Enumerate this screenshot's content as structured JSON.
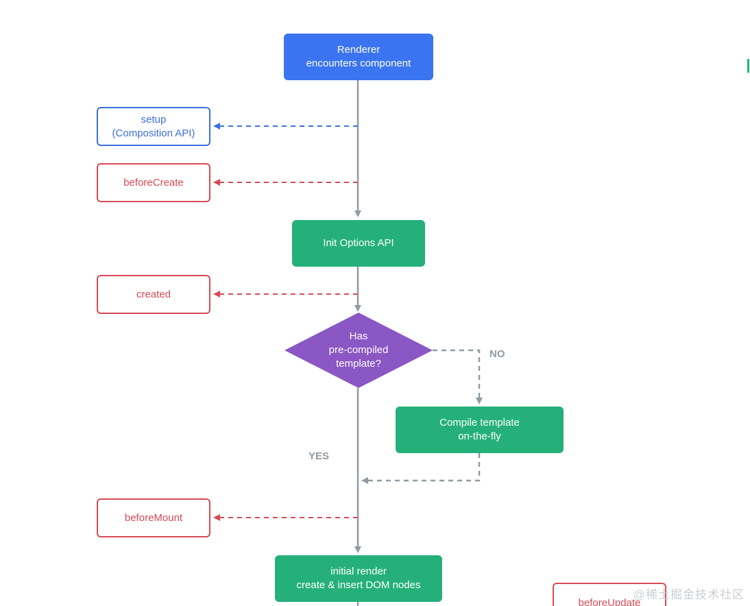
{
  "nodes": {
    "renderer": "Renderer\nencounters component",
    "setup": "setup\n(Composition API)",
    "before_create": "beforeCreate",
    "init_options": "Init Options API",
    "created": "created",
    "has_template": "Has\npre-compiled\ntemplate?",
    "compile_template": "Compile template\non-the-fly",
    "before_mount": "beforeMount",
    "initial_render": "initial render\ncreate & insert DOM nodes",
    "before_update": "beforeUpdate"
  },
  "branches": {
    "no": "NO",
    "yes": "YES"
  },
  "colors": {
    "blue": "#3b74f0",
    "green": "#25b07a",
    "red": "#d64a55",
    "purple": "#8a57c4",
    "gray": "#8e9ba3"
  },
  "watermark": "@稀土掘金技术社区"
}
